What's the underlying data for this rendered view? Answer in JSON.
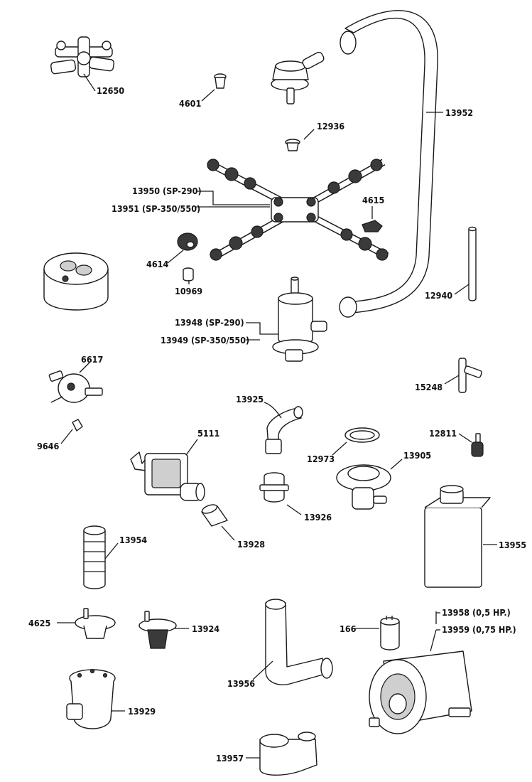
{
  "labels": {
    "p12650": "12650",
    "p4601": "4601",
    "p13952": "13952",
    "p12936": "12936",
    "p13950": "13950 (SP-290)",
    "p13951": "13951 (SP-350/550)",
    "p4615": "4615",
    "p4614": "4614",
    "p10969": "10969",
    "p12940": "12940",
    "p13948": "13948 (SP-290)",
    "p13949": "13949 (SP-350/550)",
    "p6617": "6617",
    "p15248": "15248",
    "p13925": "13925",
    "p9646": "9646",
    "p5111": "5111",
    "p12811": "12811",
    "p12973": "12973",
    "p13905": "13905",
    "p13926": "13926",
    "p13928": "13928",
    "p13954": "13954",
    "p13955": "13955",
    "p13958": "13958 (0,5 HP.)",
    "p13959": "13959 (0,75 HP.)",
    "p4625": "4625",
    "p13924": "13924",
    "p166": "166",
    "p13956": "13956",
    "p13929": "13929",
    "p13957": "13957"
  }
}
